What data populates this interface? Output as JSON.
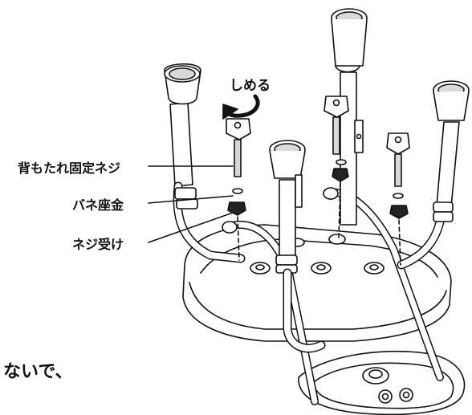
{
  "labels": {
    "rotate_direction": "しめる",
    "backrest_bolt": "背もたれ固定ネジ",
    "spring_washer": "バネ座金",
    "nut_receiver": "ネジ受け",
    "cutoff_text": "ないで、"
  },
  "colors": {
    "line": "#111111",
    "fill": "#ffffff",
    "shade": "#d9d9d9"
  }
}
